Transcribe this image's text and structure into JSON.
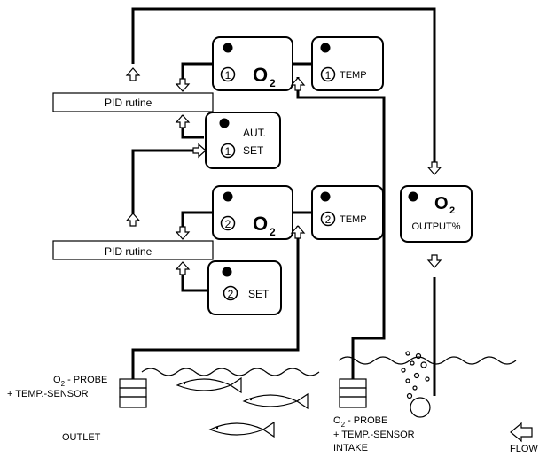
{
  "modules": {
    "o2_1": {
      "num": "1",
      "label": "O",
      "sub": "2"
    },
    "temp_1": {
      "num": "1",
      "label": "TEMP"
    },
    "autset": {
      "num": "1",
      "line1": "AUT.",
      "line2": "SET"
    },
    "o2_2": {
      "num": "2",
      "label": "O",
      "sub": "2"
    },
    "temp_2": {
      "num": "2",
      "label": "TEMP"
    },
    "set_2": {
      "num": "2",
      "label": "SET"
    },
    "output": {
      "label": "O",
      "sub": "2",
      "line2": "OUTPUT%"
    }
  },
  "pid_1": "PID rutine",
  "pid_2": "PID rutine",
  "labels": {
    "outlet_probe_a": "O",
    "outlet_probe_sub": "2",
    "outlet_probe_b": " - PROBE",
    "outlet_probe_c": "+ TEMP.-SENSOR",
    "outlet": "OUTLET",
    "intake_probe_a": "O",
    "intake_probe_sub": "2",
    "intake_probe_b": " - PROBE",
    "intake_probe_c": "+ TEMP.-SENSOR",
    "intake": "INTAKE",
    "flow": "FLOW"
  }
}
